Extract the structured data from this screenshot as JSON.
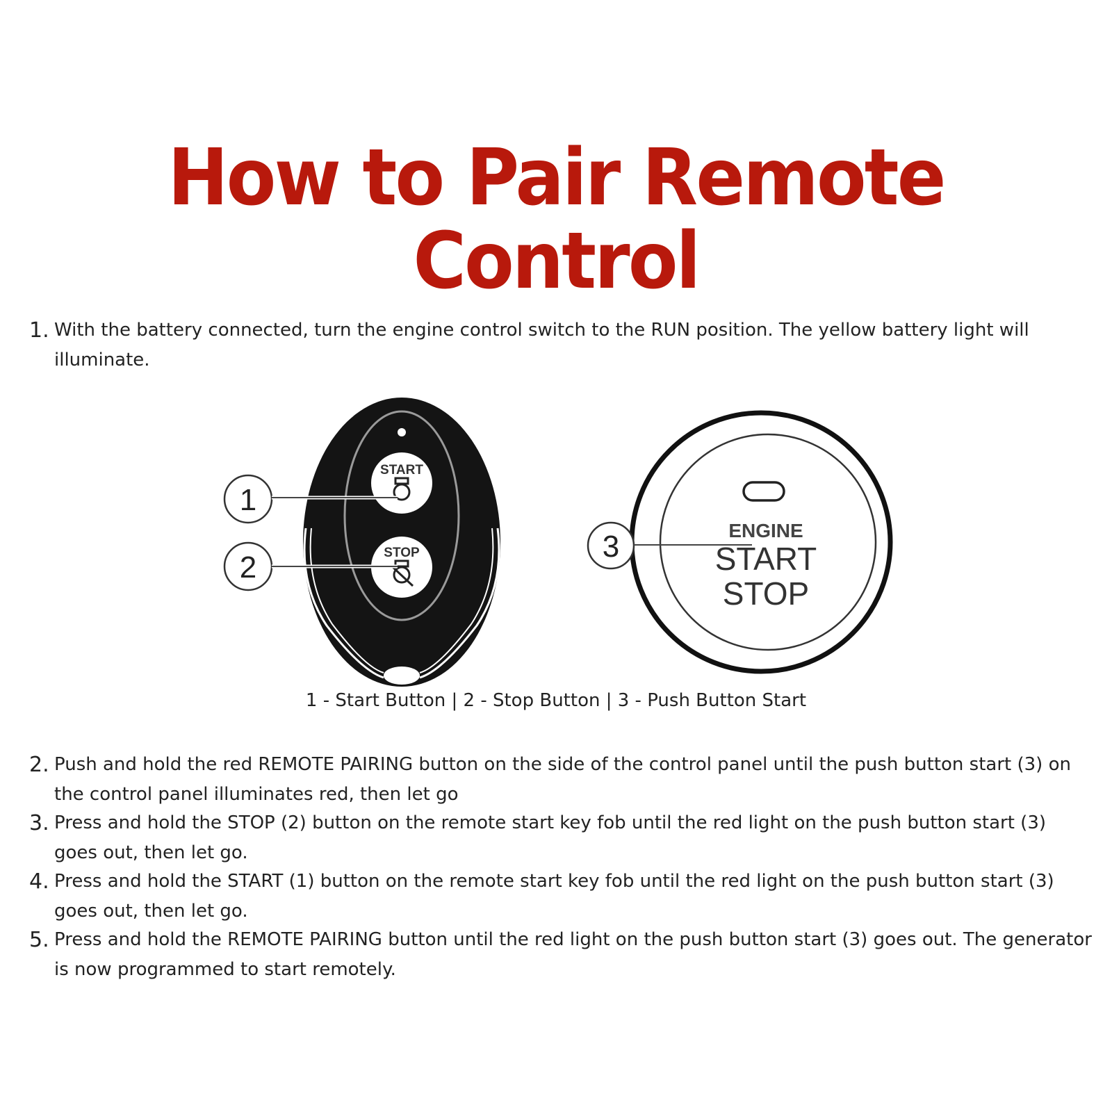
{
  "title": "How to Pair Remote Control",
  "accent_color": "#b8190c",
  "steps": [
    {
      "number": "1.",
      "text": "With the battery connected, turn the engine control switch to the RUN position. The yellow battery light will illuminate."
    },
    {
      "number": "2.",
      "text": "Push and hold the red REMOTE PAIRING button on the side of the control panel until the push button start (3) on the control panel illuminates red, then let go"
    },
    {
      "number": "3.",
      "text": "Press and hold the STOP (2) button on the remote start key fob until the red light on the push button start (3) goes out, then let go."
    },
    {
      "number": "4.",
      "text": "Press and hold the START (1) button on the remote start key fob until the red light on the push button start (3) goes out, then let go."
    },
    {
      "number": "5.",
      "text": "Press and hold the REMOTE PAIRING button until the red light on the push button start (3) goes out. The generator is now programmed to start remotely."
    }
  ],
  "figure": {
    "callouts": [
      "1",
      "2",
      "3"
    ],
    "fob": {
      "start_label": "START",
      "stop_label": "STOP"
    },
    "push_button": {
      "line1": "ENGINE",
      "line2": "START",
      "line3": "STOP"
    },
    "caption": "1 - Start Button | 2 - Stop Button | 3 - Push Button Start"
  }
}
